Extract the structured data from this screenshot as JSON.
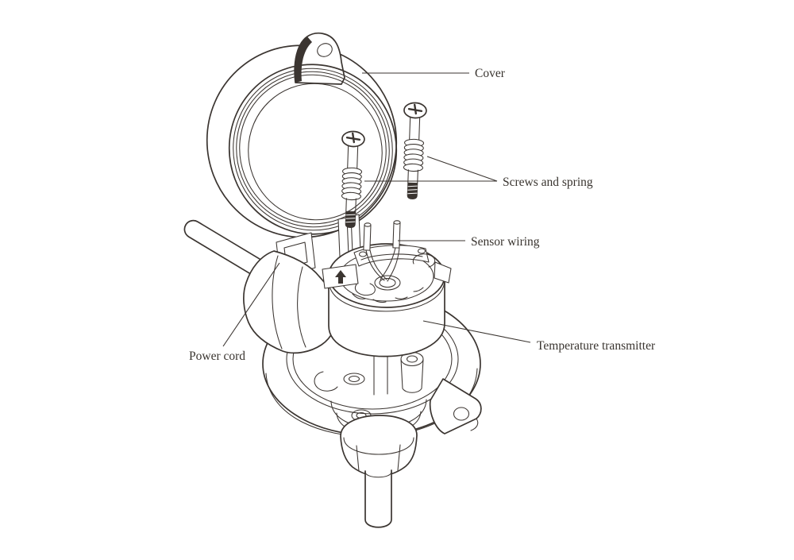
{
  "figure": {
    "type": "exploded-view-technical-diagram",
    "subject": "temperature sensor / transmitter assembly",
    "background": "#ffffff",
    "line_color": "#3b3531",
    "text_color": "#39342f",
    "labels": {
      "cover": "Cover",
      "screws_spring": "Screws and spring",
      "sensor_wiring": "Sensor wiring",
      "temperature_transmitter": "Temperature transmitter",
      "power_cord": "Power cord"
    }
  }
}
